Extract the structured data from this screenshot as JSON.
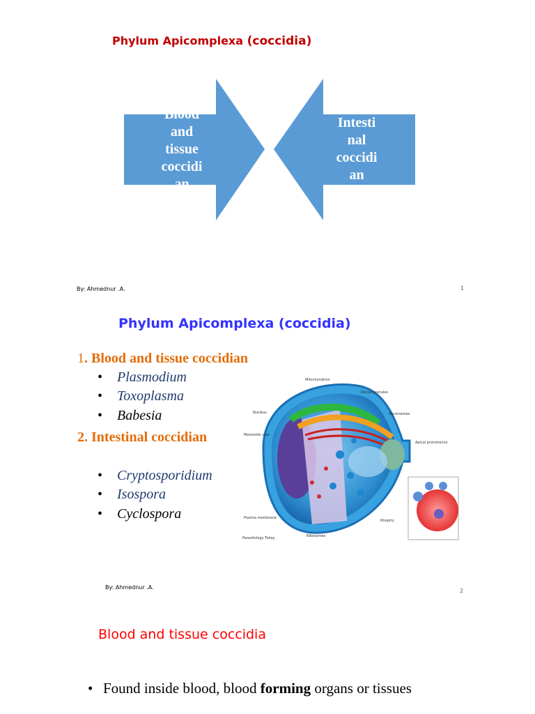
{
  "slide1": {
    "title_main": "Phylum Apicomplexa ",
    "title_paren": "(coccidia)",
    "left_arrow_lines": [
      "Blood",
      "and",
      "tissue",
      "coccidi",
      "an"
    ],
    "right_arrow_lines": [
      "Intesti",
      "nal",
      "coccidi",
      "an"
    ],
    "footer": "By: Ahmednur .A.",
    "page_number": "1"
  },
  "slide2": {
    "title": "Phylum Apicomplexa (coccidia)",
    "heading1_num": "1",
    "heading1_text": ". Blood and tissue coccidian",
    "list1": [
      "Plasmodium",
      "Toxoplasma",
      "Babesia"
    ],
    "heading2": "2. Intestinal coccidian",
    "list2": [
      "Cryptosporidium",
      "Isospora",
      "Cyclospora"
    ],
    "bullet": "•",
    "figure_labels": {
      "mitochondrion": "Mitochondrion",
      "dense_granules": "Dense granules",
      "nucleus": "Nucleus",
      "micronemes": "Micronemes",
      "merozoite_coat": "Merozoite coat",
      "apical_prominence": "Apical prominence",
      "plasma_membrane": "Plasma membrane",
      "rhoptry": "Rhoptry",
      "ribosomes": "Ribosomes",
      "credit": "Parasitology Today"
    },
    "footer": "By: Ahmednur .A.",
    "page_number": "2"
  },
  "slide3": {
    "title": "Blood and tissue coccidia",
    "bullet": "•",
    "bullet_pre": "Found inside blood, blood ",
    "bullet_bold": "forming",
    "bullet_post": " organs or tissues"
  },
  "colors": {
    "arrow_fill": "#5b9bd5",
    "slide1_title": "#c00000",
    "slide2_title": "#3333ff",
    "heading_orange": "#e36c09",
    "slide3_title": "#ff0000"
  }
}
